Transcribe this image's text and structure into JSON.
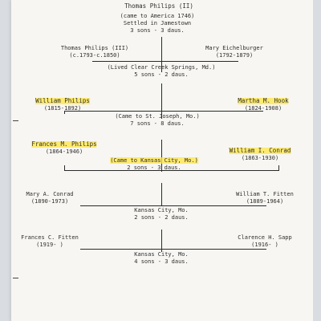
{
  "generations": [
    {
      "name": "Thomas Philips (II)",
      "lines": [
        "(came to America 1746)",
        "Settled in  Jamestown",
        "3 sons  -  3 daus."
      ]
    },
    {
      "left": {
        "name": "Thomas Philips (III)",
        "dates": "(c.1793-c.1850)"
      },
      "right": {
        "name": "Mary Eichelburger",
        "dates": "(1792-1879)"
      },
      "lines": [
        "(Lived Clear Creek Springs, Md.)",
        "5 sons  -  2 daus."
      ]
    },
    {
      "left": {
        "name": "William  Philips",
        "dates": "(1815-1892)"
      },
      "right": {
        "name": "Martha M. Hook",
        "dates": "(1824-1908)"
      },
      "lines": [
        "(Came to St. Joseph, Mo.)",
        "7 sons  -  8 daus."
      ]
    },
    {
      "left": {
        "name": "Frances M. Philips",
        "dates": "(1864-1946)"
      },
      "right": {
        "name": "William I. Conrad",
        "dates": "(1863-1930)"
      },
      "lines": [
        "(Came to Kansas City, Mo.)",
        "2 sons  -  3 daus."
      ]
    },
    {
      "left": {
        "name": "Mary A. Conrad",
        "dates": "(1890-1973)"
      },
      "right": {
        "name": "William T. Fitten",
        "dates": "(1889-1964)"
      },
      "lines": [
        "Kansas City, Mo.",
        "2 sons - 2 daus."
      ]
    },
    {
      "left": {
        "name": "Frances C. Fitten",
        "dates": "(1919-    )"
      },
      "right": {
        "name": "Clarence H. Sapp",
        "dates": "(1916-    )"
      },
      "lines": [
        "Kansas City, Mo.",
        "4 sons - 3 daus."
      ]
    }
  ]
}
